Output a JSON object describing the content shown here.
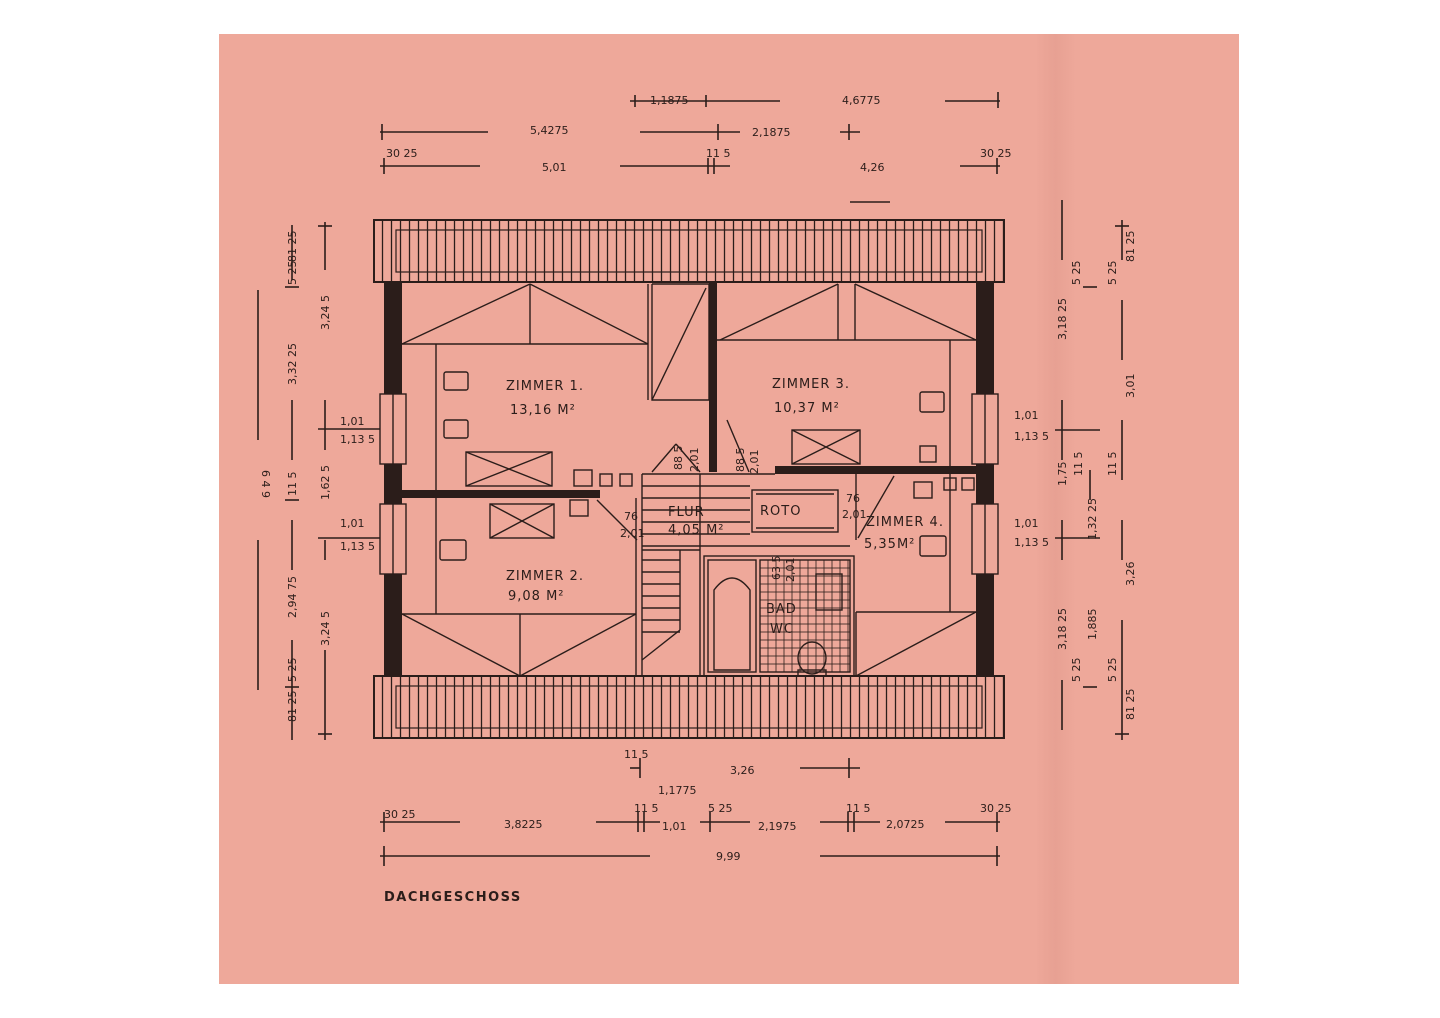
{
  "caption": "DACHGESCHOSS",
  "rooms": {
    "zimmer1": {
      "name": "ZIMMER 1.",
      "area": "13,16 M²"
    },
    "zimmer2": {
      "name": "ZIMMER 2.",
      "area": "9,08 M²"
    },
    "zimmer3": {
      "name": "ZIMMER 3.",
      "area": "10,37 M²"
    },
    "zimmer4": {
      "name": "ZIMMER 4.",
      "area": "5,35M²"
    },
    "flur": {
      "name": "FLUR",
      "area": "4,05 M²"
    },
    "roto": "ROTO",
    "bad": "BAD",
    "wc": "WC"
  },
  "top_dims": {
    "row1": [
      "1,1875",
      "4,6775"
    ],
    "row2": [
      "5,4275",
      "2,1875"
    ],
    "row3": [
      "30 25",
      "5,01",
      "11 5",
      "4,26",
      "30 25"
    ]
  },
  "bottom_dims": {
    "row1": [
      "11 5",
      "3,26"
    ],
    "row2": [
      "1,1775"
    ],
    "row3": [
      "30 25",
      "3,8225",
      "11 5",
      "1,01",
      "5 25",
      "2,1975",
      "11 5",
      "2,0725",
      "30 25"
    ],
    "row4": [
      "9,99"
    ]
  },
  "left_dims": {
    "outer": [
      "6 4 9"
    ],
    "mid": [
      "5 25",
      "81 25",
      "3,32 25",
      "11 5",
      "2,94 75",
      "5 25",
      "81 25"
    ],
    "inner": [
      "3,24 5",
      "1,62 5",
      "3,24 5"
    ],
    "windows": [
      "1,01",
      "1,13 5",
      "1,01",
      "1,13 5"
    ]
  },
  "right_dims": {
    "inner": [
      "3,18 25",
      "1,75",
      "1,32 25",
      "3,18 25",
      "1,885"
    ],
    "mid": [
      "5 25",
      "11 5",
      "5 25"
    ],
    "outer": [
      "5 25",
      "81 25",
      "3,01",
      "11 5",
      "3,26",
      "5 25",
      "81 25"
    ],
    "windows": [
      "1,01",
      "1,13 5",
      "1,01",
      "1,13 5"
    ]
  },
  "door_dims": {
    "d1": [
      "88 5",
      "2,01"
    ],
    "d2": [
      "88 5",
      "2,01"
    ],
    "d3": [
      "76",
      "2,01"
    ],
    "d4": [
      "76",
      "2,01"
    ],
    "d5": [
      "63 5",
      "2,01"
    ]
  }
}
